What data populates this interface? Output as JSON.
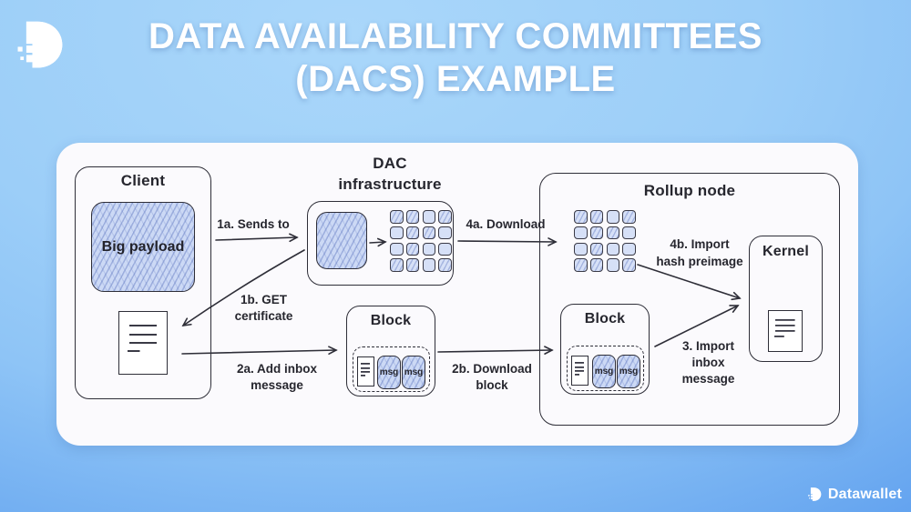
{
  "header": {
    "title_line1": "DATA AVAILABILITY COMMITTEES",
    "title_line2": "(DACS) EXAMPLE"
  },
  "brand": {
    "name": "Datawallet"
  },
  "colors": {
    "bg_light": "#aad7fa",
    "bg_deep": "#3173da",
    "card": "#fbfafd",
    "ink": "#2e2e38",
    "hatch_fill": "#ccd9f5"
  },
  "diagram": {
    "client": {
      "title": "Client",
      "payload": "Big payload"
    },
    "dac": {
      "title_line1": "DAC",
      "title_line2": "infrastructure"
    },
    "rollup": {
      "title": "Rollup node"
    },
    "kernel": {
      "title": "Kernel"
    },
    "block_mid": {
      "title": "Block"
    },
    "block_rollup": {
      "title": "Block"
    },
    "msg_label": "msg",
    "arrows": {
      "a1a": "1a. Sends to",
      "a1b_l1": "1b. GET",
      "a1b_l2": "certificate",
      "a2a_l1": "2a. Add inbox",
      "a2a_l2": "message",
      "a4a": "4a. Download",
      "a4b_l1": "4b. Import",
      "a4b_l2": "hash preimage",
      "a2b_l1": "2b. Download",
      "a2b_l2": "block",
      "a3_l1": "3. Import",
      "a3_l2": "inbox",
      "a3_l3": "message"
    }
  }
}
